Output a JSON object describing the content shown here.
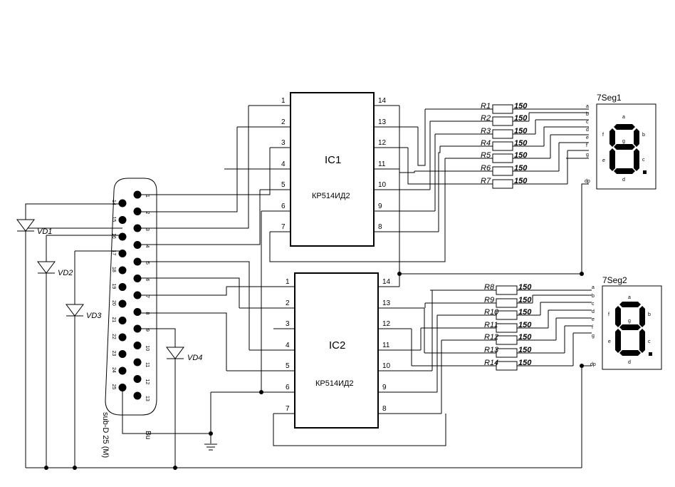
{
  "ic1": {
    "name": "IC1",
    "part": "КР514ИД2",
    "left_pins": [
      "1",
      "2",
      "3",
      "4",
      "5",
      "6",
      "7"
    ],
    "right_pins": [
      "14",
      "13",
      "12",
      "11",
      "10",
      "9",
      "8"
    ]
  },
  "ic2": {
    "name": "IC2",
    "part": "КР514ИД2",
    "left_pins": [
      "1",
      "2",
      "3",
      "4",
      "5",
      "6",
      "7"
    ],
    "right_pins": [
      "14",
      "13",
      "12",
      "11",
      "10",
      "9",
      "8"
    ]
  },
  "resistors_top": [
    {
      "name": "R1",
      "value": "150"
    },
    {
      "name": "R2",
      "value": "150"
    },
    {
      "name": "R3",
      "value": "150"
    },
    {
      "name": "R4",
      "value": "150"
    },
    {
      "name": "R5",
      "value": "150"
    },
    {
      "name": "R6",
      "value": "150"
    },
    {
      "name": "R7",
      "value": "150"
    }
  ],
  "resistors_bottom": [
    {
      "name": "R8",
      "value": "150"
    },
    {
      "name": "R9",
      "value": "150"
    },
    {
      "name": "R10",
      "value": "150"
    },
    {
      "name": "R11",
      "value": "150"
    },
    {
      "name": "R12",
      "value": "150"
    },
    {
      "name": "R13",
      "value": "150"
    },
    {
      "name": "R14",
      "value": "150"
    }
  ],
  "seg1": {
    "name": "7Seg1",
    "pins": [
      "a",
      "b",
      "c",
      "d",
      "e",
      "f",
      "g",
      "dp"
    ],
    "inner": {
      "a": "a",
      "b": "b",
      "c": "c",
      "d": "d",
      "e": "e",
      "f": "f",
      "g": "g"
    }
  },
  "seg2": {
    "name": "7Seg2",
    "pins": [
      "a",
      "b",
      "c",
      "d",
      "e",
      "f",
      "g",
      "dp"
    ],
    "inner": {
      "a": "a",
      "b": "b",
      "c": "c",
      "d": "d",
      "e": "e",
      "f": "f",
      "g": "g"
    }
  },
  "diodes": [
    "VD1",
    "VD2",
    "VD3",
    "VD4"
  ],
  "connector": {
    "name": "sub-D 25 (M)",
    "shell_label": "Bu",
    "top_row": [
      "1",
      "2",
      "3",
      "4",
      "5",
      "6",
      "7",
      "8",
      "9",
      "10",
      "11",
      "12",
      "13"
    ],
    "bottom_row": [
      "14",
      "15",
      "16",
      "17",
      "18",
      "19",
      "20",
      "21",
      "22",
      "23",
      "24",
      "25"
    ]
  }
}
